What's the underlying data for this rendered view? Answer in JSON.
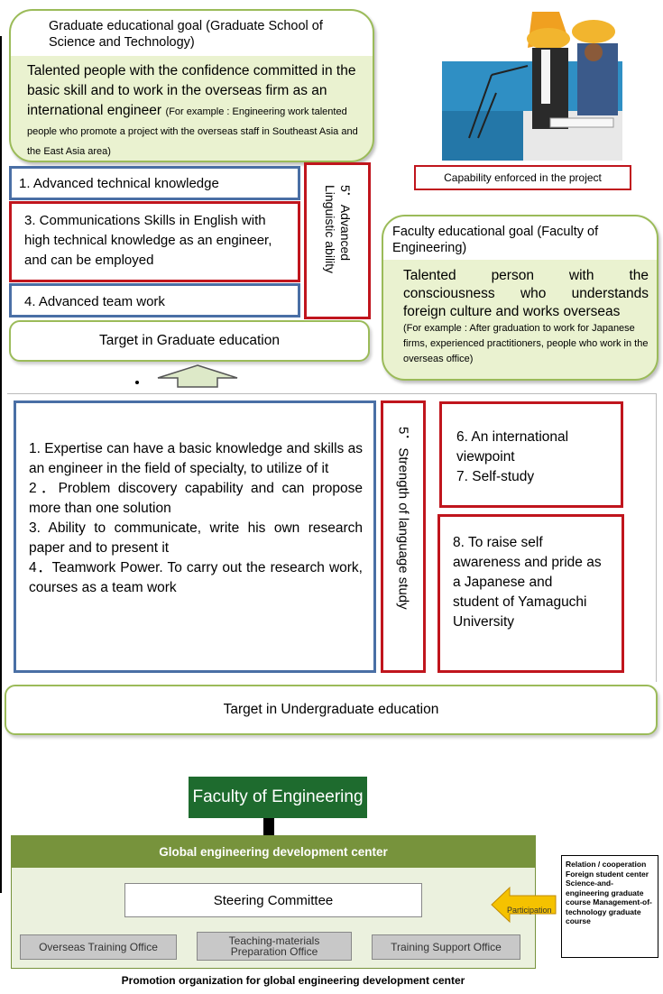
{
  "graduate_goal": {
    "title": "Graduate educational goal (Graduate School of Science and Technology)",
    "body_main": "Talented people with the confidence committed in the basic skill and to work in  the overseas firm as an international engineer",
    "body_example": "(For example : Engineering work talented people who promote a project with the overseas staff in Southeast Asia and the East Asia area)"
  },
  "project_label": "Capability enforced in the project",
  "graduate_items": {
    "item1": "1. Advanced technical knowledge",
    "item3": "3.  Communications Skills in English with high technical knowledge as an engineer, and can  be employed",
    "item4": "4.  Advanced team work",
    "item5": "5．Advanced Linguistic ability"
  },
  "target_graduate": "Target in Graduate education",
  "faculty_goal": {
    "title": "Faculty educational goal (Faculty of Engineering)",
    "body_main": "Talented person with the consciousness who understands foreign culture and works overseas",
    "body_example": "(For example : After graduation to work for Japanese firms, experienced practitioners, people who work in the overseas office)"
  },
  "undergrad_items": {
    "list": [
      "1.  Expertise can have a basic knowledge and skills as an engineer in the field of specialty, to utilize of it",
      "2．Problem discovery capability and can propose more than one solution",
      "3.  Ability to communicate, write his own research paper and to present it",
      "4．Teamwork Power. To carry out the research work, courses as a team work"
    ],
    "item5": "5．Strength of language study",
    "item6": "6. An international viewpoint",
    "item7": "7. Self-study",
    "item8": "8. To raise  self awareness and pride as a Japanese and student of Yamaguchi University"
  },
  "target_undergrad": "Target in Undergraduate education",
  "faculty_engineering": "Faculty of Engineering",
  "center": {
    "title": "Global engineering development center",
    "steering": "Steering Committee",
    "offices": [
      "Overseas Training Office",
      "Teaching-materials Preparation Office",
      "Training Support Office"
    ]
  },
  "participation": "Participation",
  "relation_box": "Relation / cooperation Foreign student center Science-and-engineering graduate course Management-of-technology graduate course",
  "caption": "Promotion organization for global engineering development center",
  "colors": {
    "green_border": "#9bbb59",
    "green_fill": "#eaf2d0",
    "dark_green": "#1e6b2e",
    "olive": "#77933c",
    "red": "#c0151d",
    "blue": "#4a6fa5",
    "arrow_yellow": "#f5c200"
  }
}
